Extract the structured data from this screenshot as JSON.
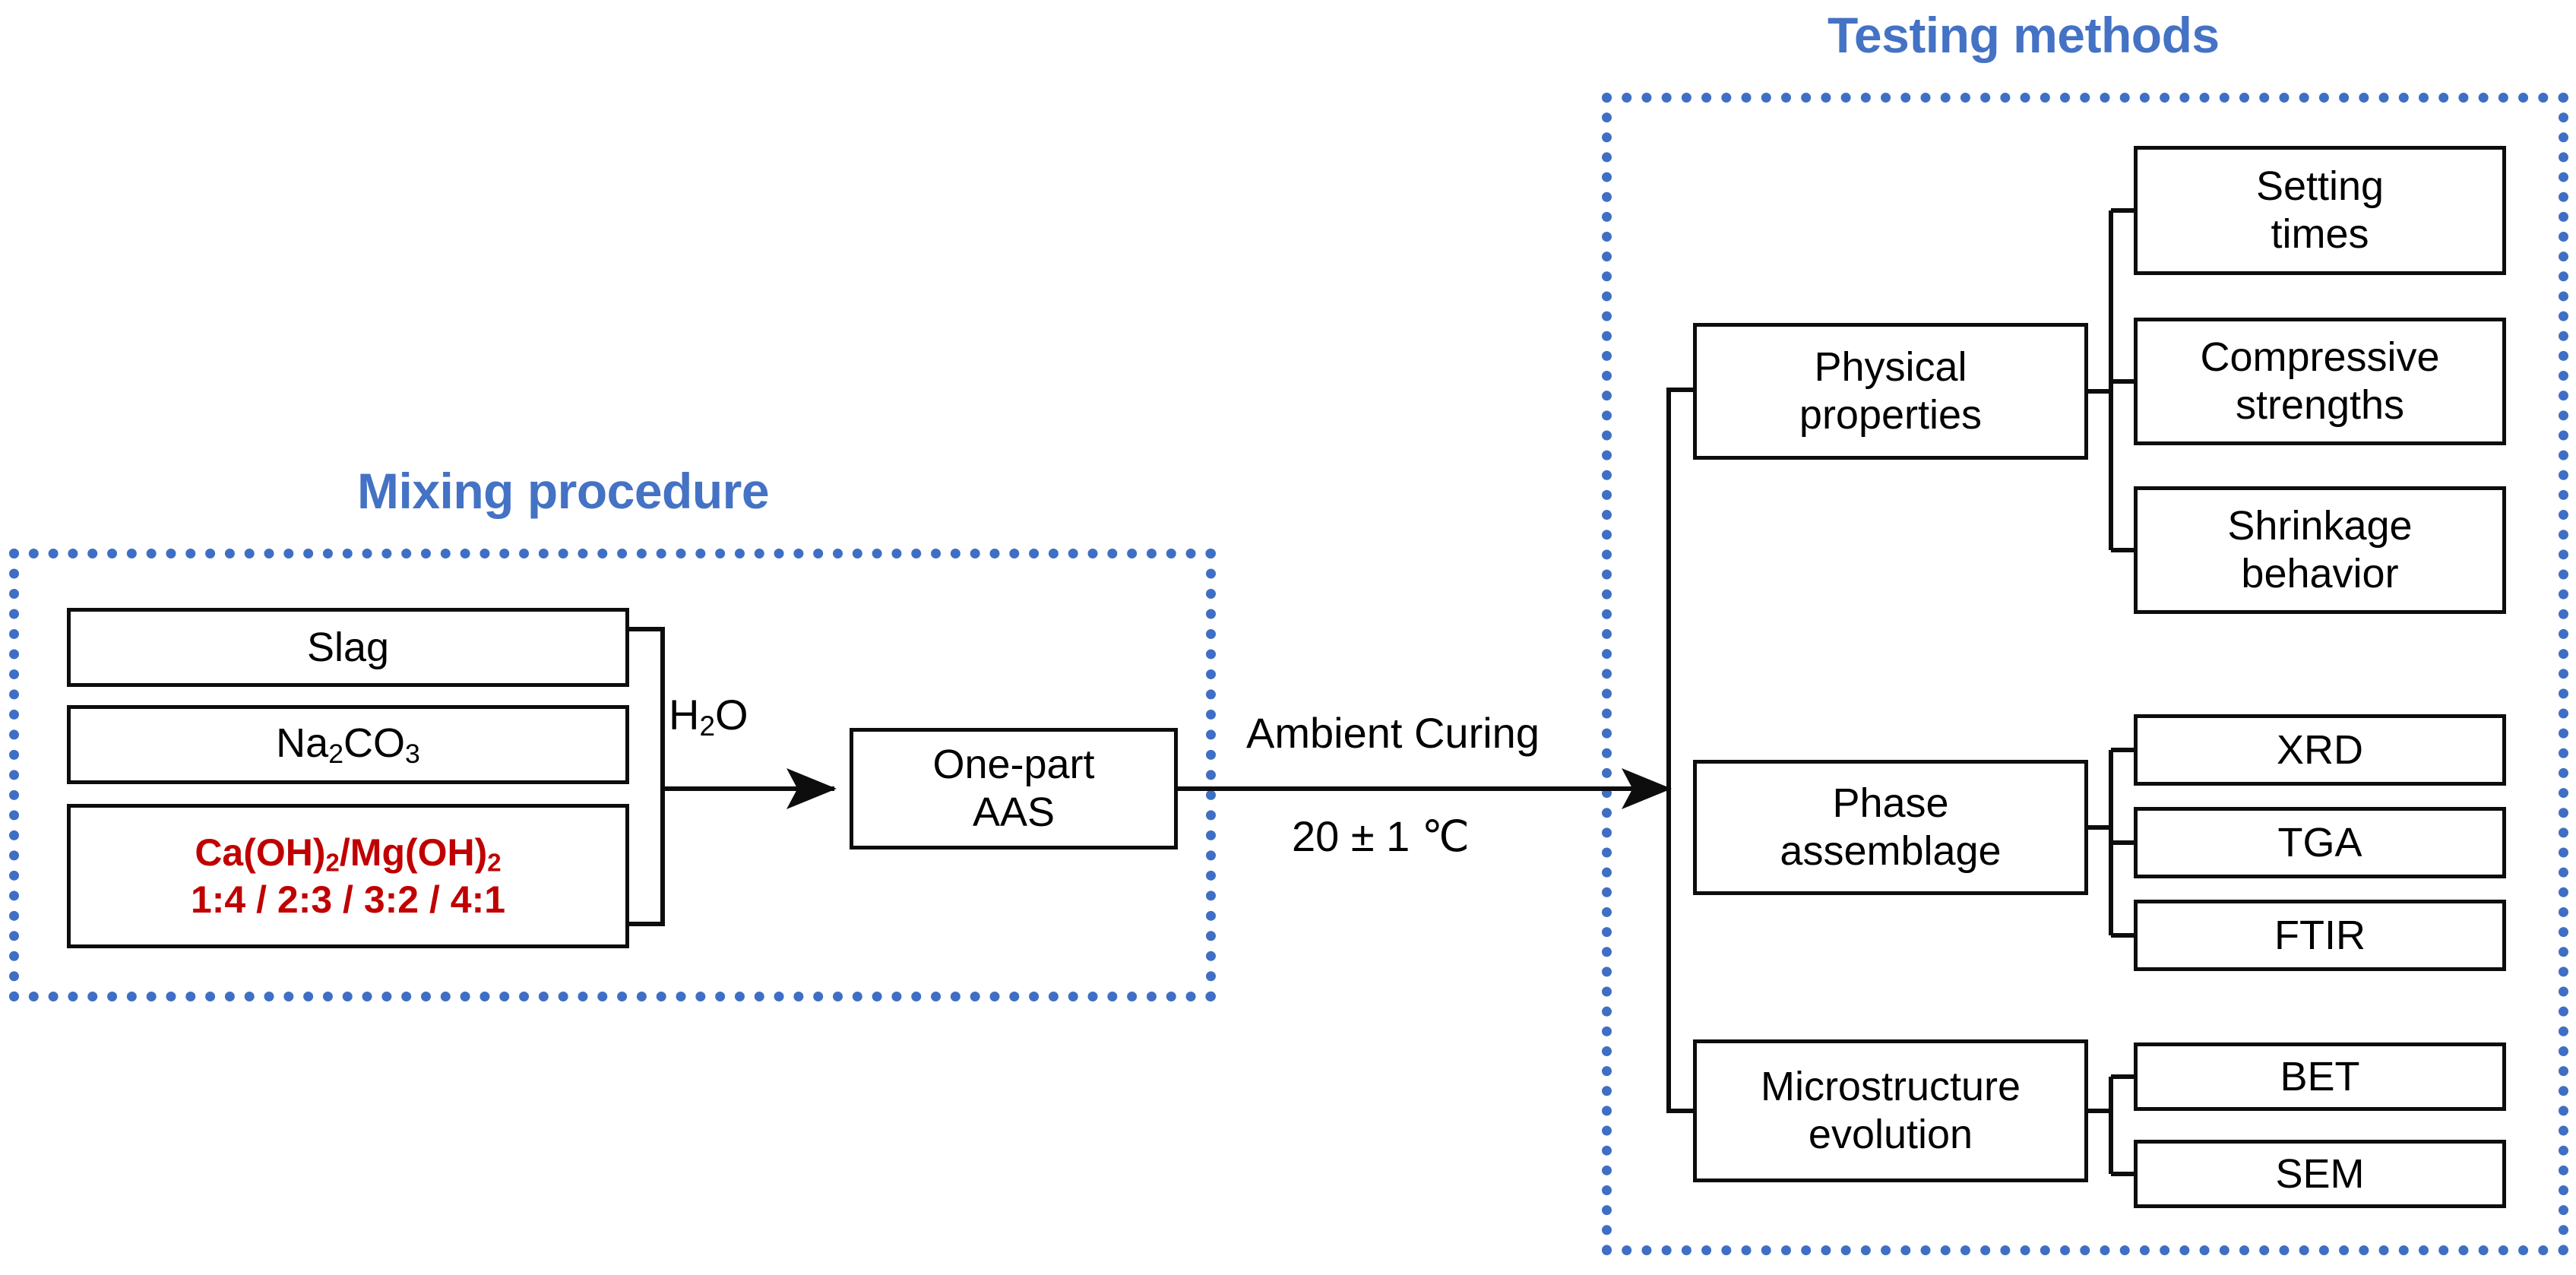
{
  "figure": {
    "type": "process-flow-diagram",
    "title_color": "#4472C4",
    "highlight_color": "#C00000",
    "line_color": "#0d0d0d"
  },
  "mixing": {
    "title": "Mixing procedure",
    "inputs": [
      {
        "label": "Slag",
        "color": "#000000"
      },
      {
        "label": "Na2CO3",
        "html": "Na<sub>2</sub>CO<sub>3</sub>",
        "color": "#000000"
      },
      {
        "label": "Ca(OH)2/Mg(OH)2 1:4 / 2:3 / 3:2 / 4:1",
        "line1_html": "Ca(OH)<sub>2</sub>/Mg(OH)<sub>2</sub>",
        "line2": "1:4 / 2:3 / 3:2 / 4:1",
        "color": "#C00000"
      }
    ],
    "edge_label": "H2O",
    "edge_label_html": "H<sub>2</sub>O",
    "product": "One-part AAS",
    "product_line1": "One-part",
    "product_line2": "AAS"
  },
  "curing": {
    "label": "Ambient Curing",
    "temperature": "20 ± 1 ℃"
  },
  "testing": {
    "title": "Testing methods",
    "categories": [
      {
        "name": "Physical properties",
        "line1": "Physical",
        "line2": "properties",
        "methods": [
          {
            "line1": "Setting",
            "line2": "times"
          },
          {
            "line1": "Compressive",
            "line2": "strengths"
          },
          {
            "line1": "Shrinkage",
            "line2": "behavior"
          }
        ]
      },
      {
        "name": "Phase assemblage",
        "line1": "Phase",
        "line2": "assemblage",
        "methods": [
          {
            "line1": "XRD",
            "line2": ""
          },
          {
            "line1": "TGA",
            "line2": ""
          },
          {
            "line1": "FTIR",
            "line2": ""
          }
        ]
      },
      {
        "name": "Microstructure evolution",
        "line1": "Microstructure",
        "line2": "evolution",
        "methods": [
          {
            "line1": "BET",
            "line2": ""
          },
          {
            "line1": "SEM",
            "line2": ""
          }
        ]
      }
    ]
  }
}
